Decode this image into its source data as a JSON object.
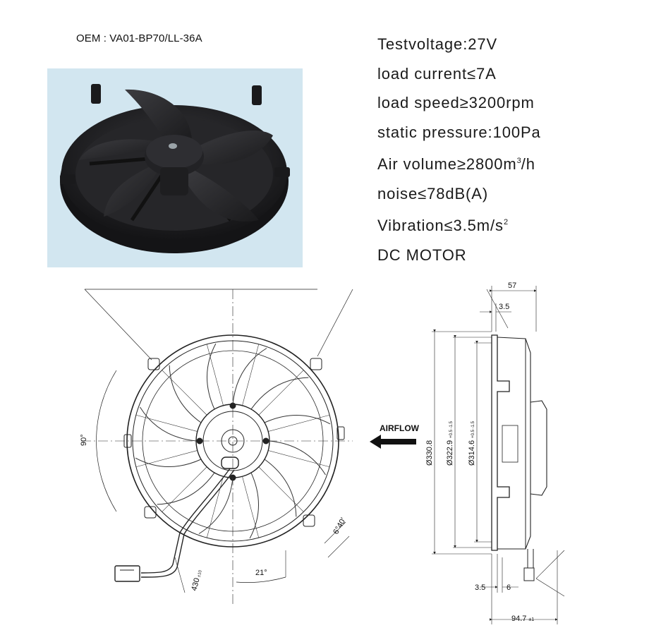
{
  "header": {
    "oem": "OEM : VA01-BP70/LL-36A"
  },
  "specs": [
    {
      "label": "Testvoltage:27V"
    },
    {
      "label": "load current≤7A"
    },
    {
      "label": "load speed≥3200rpm"
    },
    {
      "label": "static pressure:100Pa"
    },
    {
      "label": "Air volume≥2800m",
      "sup": "3",
      "suffix": "/h"
    },
    {
      "label": "noise≤78dB(A)"
    },
    {
      "label": "Vibration≤3.5m/s",
      "sup": "2",
      "suffix": ""
    },
    {
      "label": "DC MOTOR"
    }
  ],
  "drawing": {
    "airflow": "AIRFLOW",
    "angle_90": "90°",
    "angle_21": "21°",
    "angle_640": "6°40'",
    "cable_length": "430",
    "cable_tol": "±10",
    "dim_57": "57",
    "dim_3_5_top": "3.5",
    "dim_3_5_bottom": "3.5",
    "dim_6": "6",
    "dim_94_7": "94.7",
    "dim_94_7_tol": "±1",
    "dia_330_8": "Ø330.8",
    "dia_322_9": "Ø322.9",
    "dia_322_9_tol": "+0.5 -1.5",
    "dia_314_6": "Ø314.6",
    "dia_314_6_tol": "+0.5 -1.5"
  },
  "colors": {
    "photo_bg": "#d2e6f0",
    "fan_body": "#1c1c1e",
    "line": "#222222"
  }
}
